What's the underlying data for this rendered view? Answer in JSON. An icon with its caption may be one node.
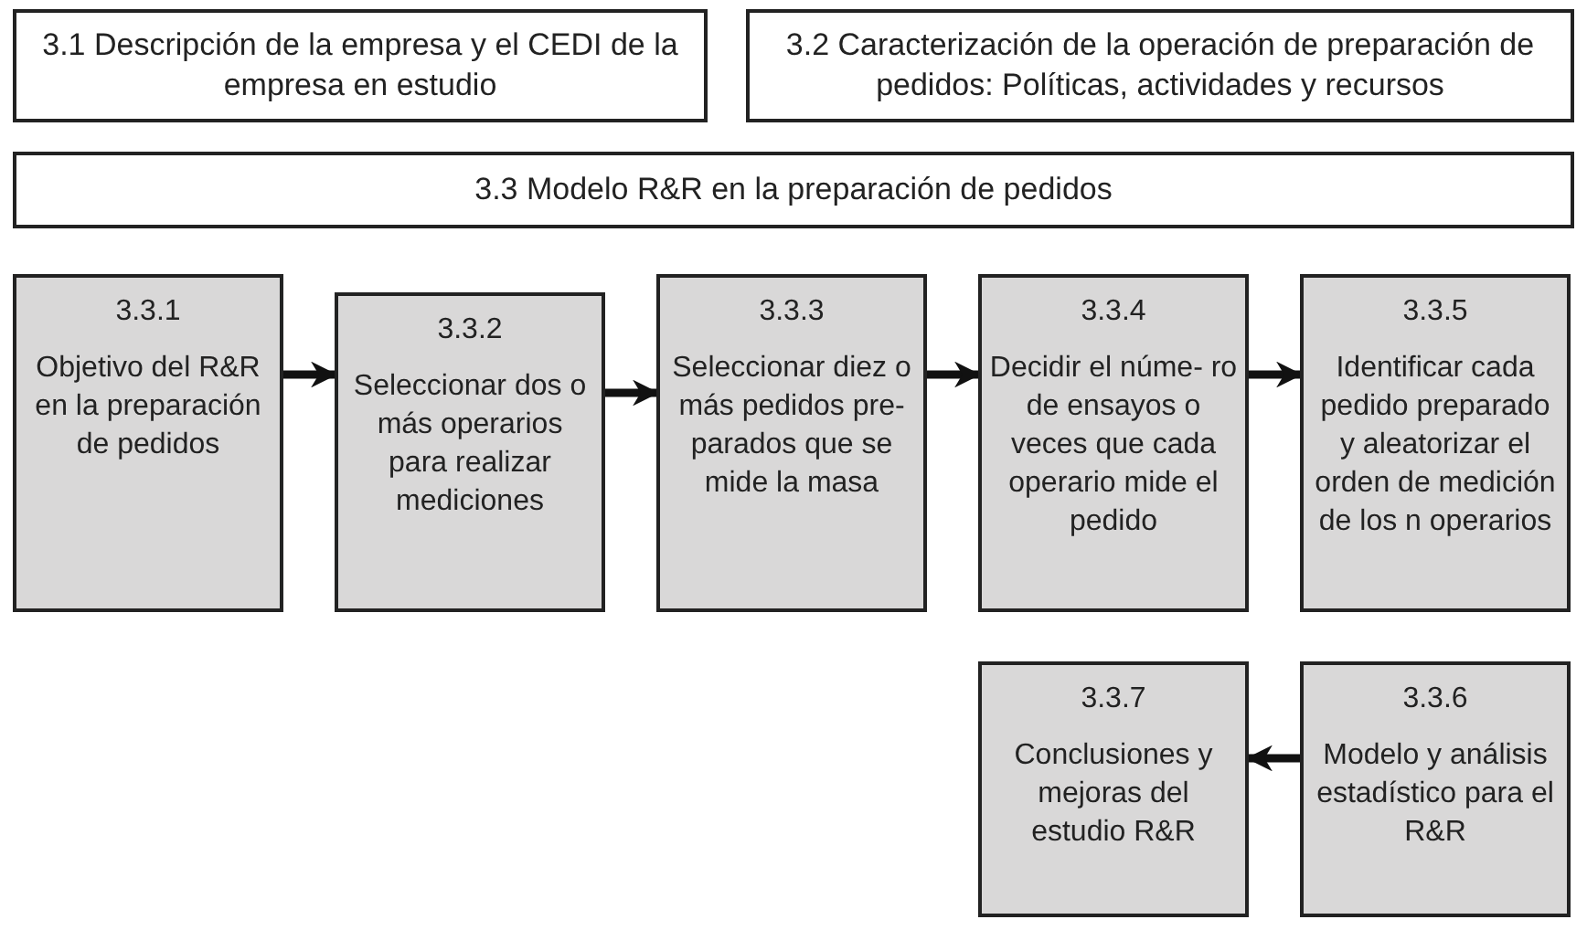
{
  "diagram": {
    "nodes": [
      {
        "text": [
          "3.1 Descripción de la empresa y el CEDI de la empresa en estudio"
        ]
      },
      {
        "text": [
          "3.2 Caracterización de la operación de preparación de pedidos: Políticas, actividades y recursos"
        ]
      },
      {
        "text": [
          "3.3 Modelo R&R en la preparación de pedidos"
        ]
      },
      {
        "text": [
          "3.3.1",
          "Objetivo del R&R en la preparación de pedidos"
        ]
      },
      {
        "text": [
          "3.3.2",
          "Seleccionar dos o más operarios para realizar mediciones"
        ]
      },
      {
        "text": [
          "3.3.3",
          "Seleccionar diez o más pedidos pre- parados que se mide la masa"
        ]
      },
      {
        "text": [
          "3.3.4",
          "Decidir el núme- ro de ensayos o veces que cada operario mide el pedido"
        ]
      },
      {
        "text": [
          "3.3.5",
          "Identificar cada pedido preparado y aleatorizar el orden de medición de los n operarios"
        ]
      },
      {
        "text": [
          "3.3.7",
          "Conclusiones y mejoras del estudio R&R"
        ]
      },
      {
        "text": [
          "3.3.6",
          "Modelo y análisis estadístico para el R&R"
        ]
      }
    ],
    "edges": [
      {
        "from": 3,
        "to": 4,
        "arrow": "to"
      },
      {
        "from": 4,
        "to": 5,
        "arrow": "to"
      },
      {
        "from": 5,
        "to": 6,
        "arrow": "to"
      },
      {
        "from": 6,
        "to": 7,
        "arrow": "to"
      },
      {
        "from": 9,
        "to": 8,
        "arrow": "to"
      }
    ]
  }
}
